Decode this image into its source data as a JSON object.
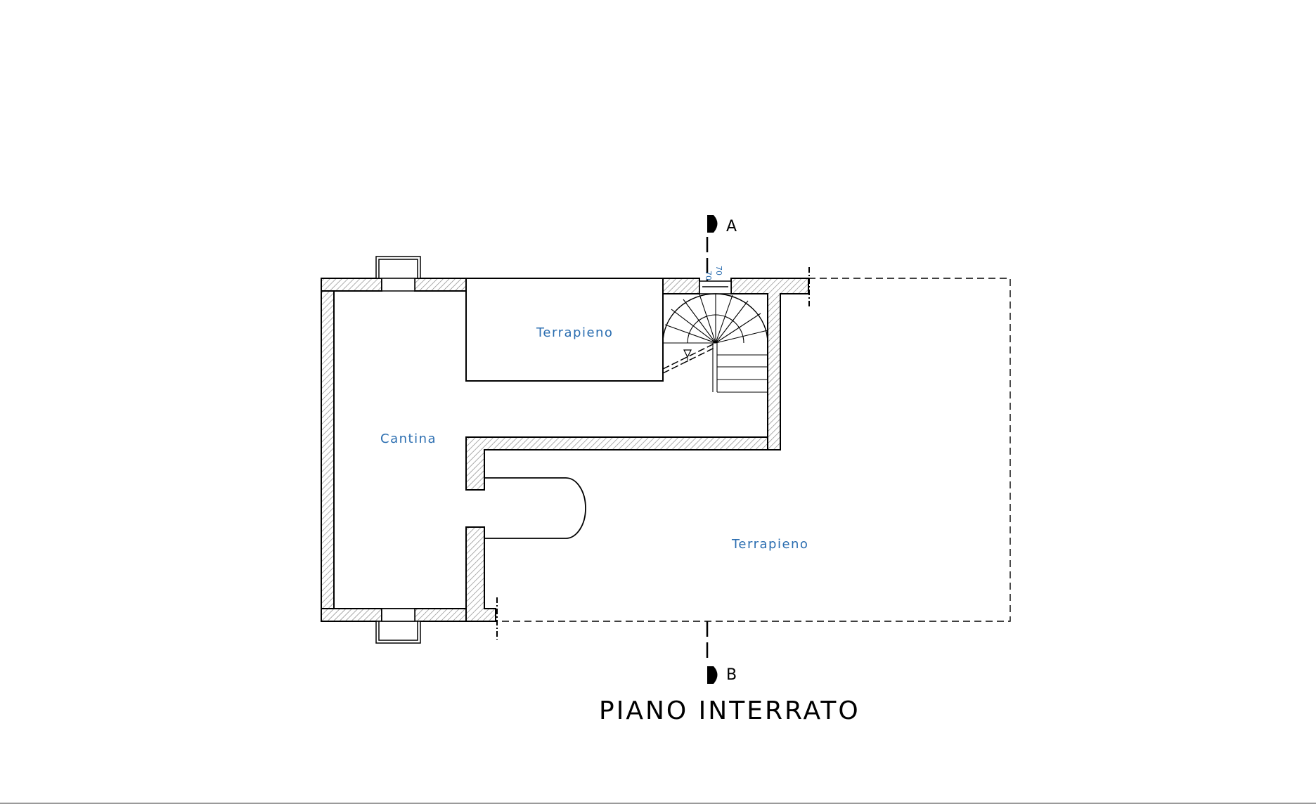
{
  "plan": {
    "title": "PIANO INTERRATO",
    "rooms": {
      "terrapieno_top": "Terrapieno",
      "cantina": "Cantina",
      "terrapieno_right": "Terrapieno"
    },
    "section_marks": {
      "top": "A",
      "bottom": "B"
    },
    "dimensions": {
      "stair_opening_a": "70",
      "stair_opening_b": "70"
    }
  },
  "colors": {
    "line": "#000000",
    "label": "#2a6db0",
    "hatch": "#8a8a8a",
    "frame_rule": "#9a9a9a"
  }
}
